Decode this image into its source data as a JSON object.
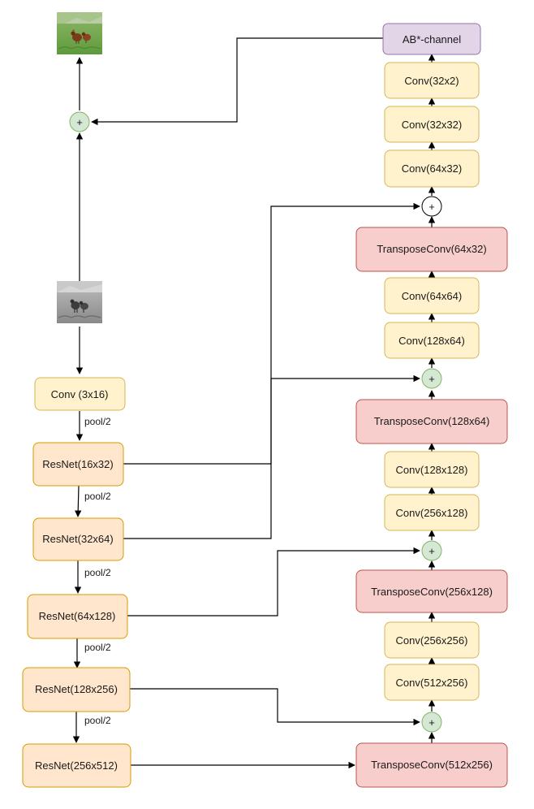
{
  "colors": {
    "conv_fill": "#fff2cc",
    "conv_stroke": "#d6b656",
    "resnet_fill": "#ffe6cc",
    "resnet_stroke": "#d79b00",
    "transpose_fill": "#f8cecc",
    "transpose_stroke": "#b85450",
    "output_fill": "#e1d5e7",
    "output_stroke": "#9673a6",
    "sum_fill": "#d5e8d4",
    "sum_stroke": "#82b366",
    "edge": "#000000"
  },
  "encoder": {
    "conv_input": "Conv (3x16)",
    "resnet_1": "ResNet(16x32)",
    "resnet_2": "ResNet(32x64)",
    "resnet_3": "ResNet(64x128)",
    "resnet_4": "ResNet(128x256)",
    "resnet_5": "ResNet(256x512)",
    "pool_label": "pool/2"
  },
  "decoder": {
    "stage_1": {
      "transpose": "TransposeConv(512x256)",
      "conv_a": "Conv(512x256)",
      "conv_b": "Conv(256x256)"
    },
    "stage_2": {
      "transpose": "TransposeConv(256x128)",
      "conv_a": "Conv(256x128)",
      "conv_b": "Conv(128x128)"
    },
    "stage_3": {
      "transpose": "TransposeConv(128x64)",
      "conv_a": "Conv(128x64)",
      "conv_b": "Conv(64x64)"
    },
    "stage_4": {
      "transpose": "TransposeConv(64x32)",
      "conv_a": "Conv(64x32)",
      "conv_b": "Conv(32x32)",
      "conv_c": "Conv(32x2)"
    },
    "output": "AB*-channel"
  },
  "sum_symbol": "+",
  "images": {
    "input_grayscale": "grayscale-input-photo-icon",
    "output_color": "colorized-output-photo-icon"
  }
}
